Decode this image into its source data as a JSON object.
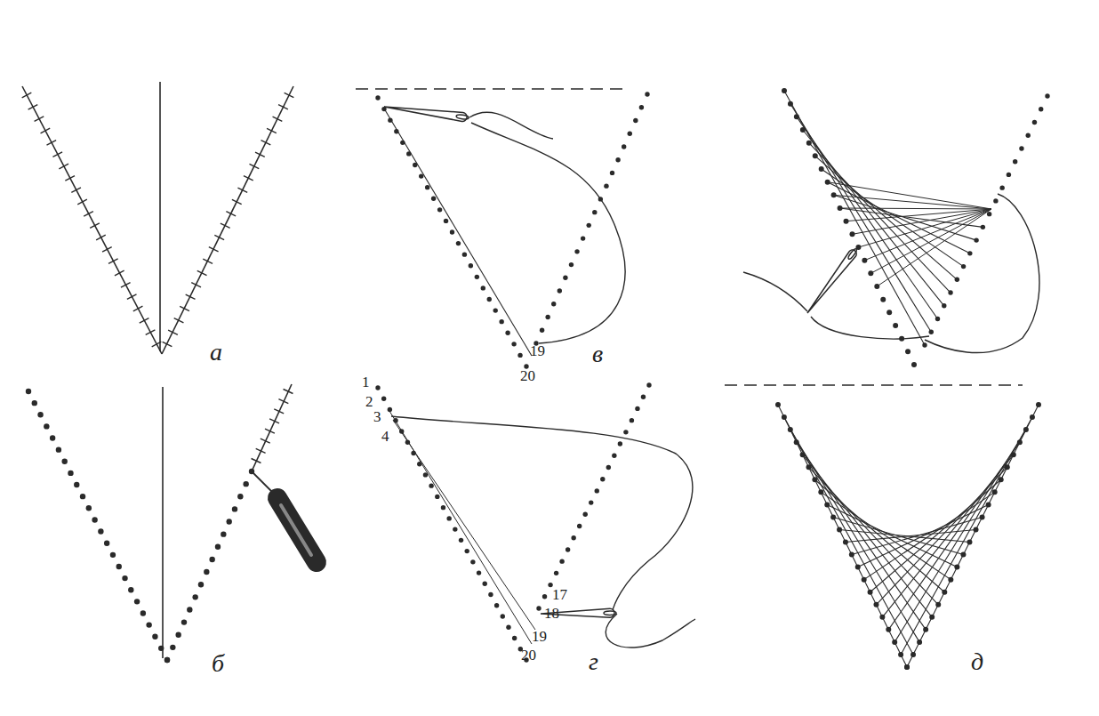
{
  "diagram": {
    "labels": [
      "а",
      "в",
      "19",
      "20",
      "б",
      "1",
      "2",
      "3",
      "4",
      "17",
      "18",
      "19",
      "20",
      "г",
      "д"
    ]
  }
}
